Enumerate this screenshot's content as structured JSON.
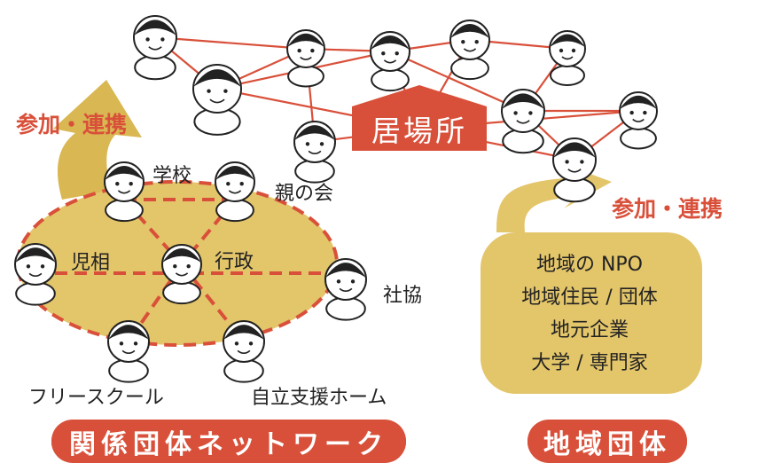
{
  "hub_label": "居場所",
  "participation_left": "参加・連携",
  "participation_right": "参加・連携",
  "network_labels": {
    "school": "学校",
    "parents": "親の会",
    "child_consult": "児相",
    "admin": "行政",
    "social_welfare": "社協",
    "free_school": "フリースクール",
    "independence_home": "自立支援ホーム"
  },
  "community_items": [
    "地域の NPO",
    "地域住民 / 団体",
    "地元企業",
    "大学 / 専門家"
  ],
  "bottom_left_title": "関係団体ネットワーク",
  "bottom_right_title": "地域団体",
  "colors": {
    "accent": "#d9503a",
    "ochre": "#d9b752",
    "ochre_light": "#e3c56a"
  }
}
